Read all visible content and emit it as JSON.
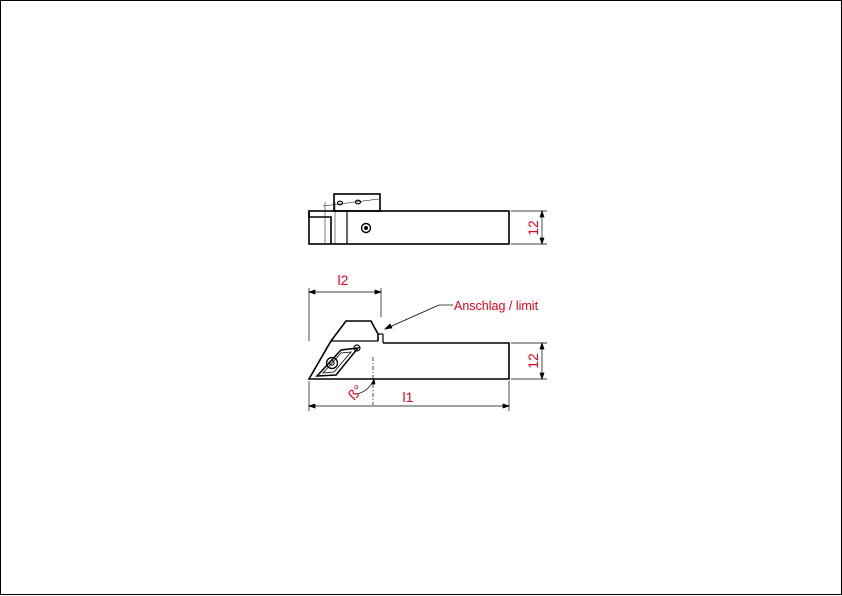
{
  "drawing": {
    "top_view": {
      "height_label": "12"
    },
    "side_view": {
      "height_label": "12",
      "length_label": "l1",
      "offset_label": "l2",
      "angle_label": "ß°",
      "note_label": "Anschlag / limit"
    }
  },
  "colors": {
    "line": "#000000",
    "dimension_text": "#e3001b",
    "dimension_line": "#000000"
  }
}
